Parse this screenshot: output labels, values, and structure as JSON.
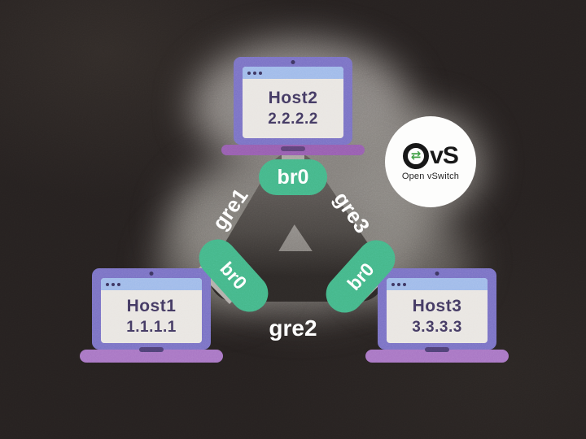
{
  "diagram": {
    "title_hint": "Open vSwitch GRE full-mesh topology",
    "hosts": [
      {
        "name": "Host1",
        "ip": "1.1.1.1"
      },
      {
        "name": "Host2",
        "ip": "2.2.2.2"
      },
      {
        "name": "Host3",
        "ip": "3.3.3.3"
      }
    ],
    "bridges": [
      {
        "label": "br0"
      },
      {
        "label": "br0"
      },
      {
        "label": "br0"
      }
    ],
    "tunnels": [
      {
        "label": "gre1",
        "between": "Host1-Host2"
      },
      {
        "label": "gre2",
        "between": "Host1-Host3"
      },
      {
        "label": "gre3",
        "between": "Host2-Host3"
      }
    ],
    "logo": {
      "title_o": "O",
      "title_rest": "vS",
      "subtitle": "Open vSwitch",
      "arrows_icon": "⇄"
    },
    "colors": {
      "background": "#262120",
      "cloud_gray": "#979390",
      "band_dark": "#4e4a47",
      "pill_green": "#45b78a",
      "laptop_purple": "#7a72c5",
      "titlebar_blue": "#a0bbea",
      "base_purple": "#a876c4",
      "screen_text": "#443a62",
      "logo_green": "#3f9d44",
      "label_white": "#ffffff"
    }
  }
}
